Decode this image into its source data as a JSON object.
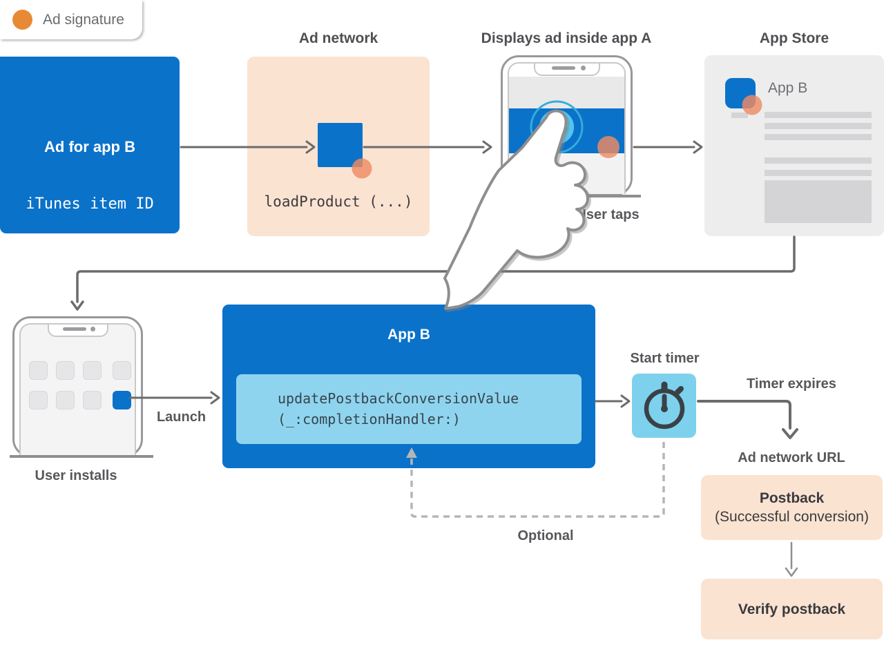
{
  "legend": {
    "label": "Ad signature"
  },
  "headers": {
    "ad_network": "Ad network",
    "display_ad": "Displays ad inside app A",
    "app_store": "App Store"
  },
  "nodes": {
    "ad_for_app_b": {
      "title": "Ad for app B",
      "code": "iTunes item ID"
    },
    "ad_network": {
      "code": "loadProduct (...)"
    },
    "app_store": {
      "app_name": "App B"
    },
    "app_b": {
      "title": "App B",
      "code_line1": "updatePostbackConversionValue",
      "code_line2": "(_:completionHandler:)"
    },
    "postback": {
      "title": "Postback",
      "subtitle": "(Successful conversion)"
    },
    "verify_postback": {
      "title": "Verify postback"
    }
  },
  "labels": {
    "user_taps": "User taps",
    "launch": "Launch",
    "user_installs": "User installs",
    "start_timer": "Start timer",
    "timer_expires": "Timer expires",
    "ad_network_url": "Ad network URL",
    "optional": "Optional"
  },
  "colors": {
    "blue": "#0B72C9",
    "code_light_blue": "#8FD4EE",
    "timer_light_blue": "#7DD1EC",
    "peach": "#FBE3D1",
    "signature_orange": "#E78A35",
    "signature_coral": "#EE8B64",
    "arrow_gray": "#6B6B6B",
    "label_gray": "#57575B"
  }
}
